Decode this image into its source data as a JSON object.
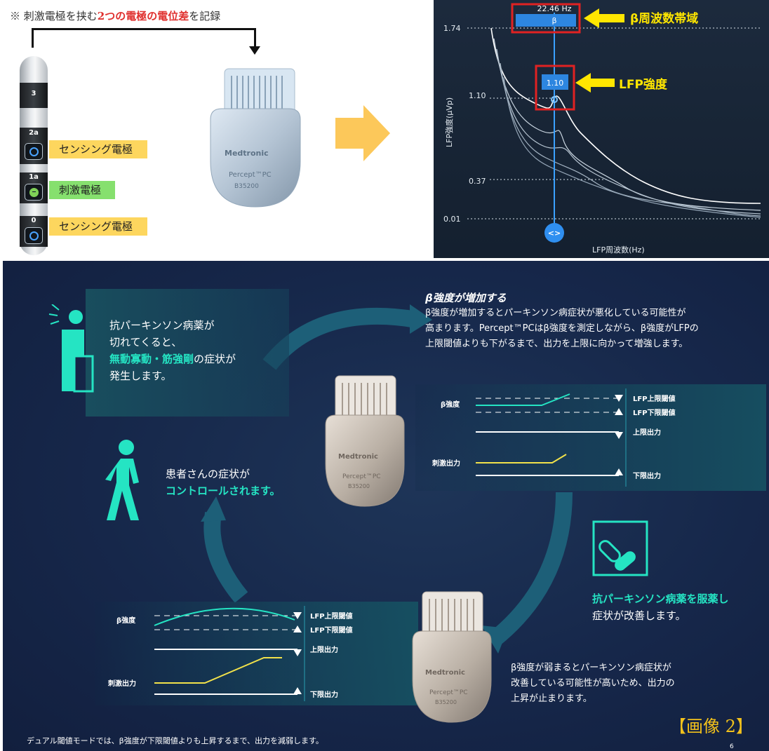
{
  "top_note": {
    "prefix": "※ 刺激電極を挟む",
    "highlight": "2つの電極の電位差",
    "suffix": "を記録"
  },
  "lead": {
    "contacts": [
      "3",
      "2a",
      "1a",
      "0"
    ],
    "labels": [
      {
        "text": "センシング電極",
        "color": "#fdd65e"
      },
      {
        "text": "刺激電極",
        "color": "#86e06e"
      },
      {
        "text": "センシング電極",
        "color": "#fdd65e"
      }
    ]
  },
  "device": {
    "brand": "Medtronic",
    "model": "Percept™PC",
    "model_no": "B35200"
  },
  "chart": {
    "freq_readout": "22.46 Hz",
    "band_symbol": "β",
    "peak_value": "1.10",
    "yticks": [
      "1.74",
      "1.10",
      "0.37",
      "0.01"
    ],
    "ylabel": "LFP強度(μVp)",
    "xlabel": "LFP周波数(Hz)",
    "slider_icon": "<>",
    "callout_band": "β周波数帯域",
    "callout_strength": "LFP強度"
  },
  "cycle": {
    "box1_lines": [
      "抗パーキンソン病薬が",
      "切れてくると、"
    ],
    "box1_highlight": "無動寡動・筋強剛",
    "box1_suffix": "の症状が",
    "box1_last": "発生します。",
    "beta_up_title": "β強度が増加する",
    "beta_up_lines": [
      "β強度が増加するとパーキンソン病症状が悪化している可能性が",
      "高まります。Percept™PCはβ強度を測定しながら、β強度がLFPの",
      "上限閾値よりも下がるまで、出力を上限に向かって増強します。"
    ],
    "controlled_line1": "患者さんの症状が",
    "controlled_line2": "コントロールされます。",
    "med_title": "抗パーキンソン病薬を服薬し",
    "med_line2": "症状が改善します。",
    "beta_down_lines": [
      "β強度が弱まるとパーキンソン病症状が",
      "改善している可能性が高いため、出力の",
      "上昇が止まります。"
    ],
    "footer": "デュアル閾値モードでは、β強度が下限閾値よりも上昇するまで、出力を減弱します。",
    "badge": "【画像 2】",
    "page_number": "6"
  },
  "graph_labels": {
    "beta": "β強度",
    "stim": "刺激出力",
    "lfp_upper": "LFP上限閾値",
    "lfp_lower": "LFP下限閾値",
    "out_upper": "上限出力",
    "out_lower": "下限出力"
  },
  "colors": {
    "teal": "#25e4c3",
    "yellow_callout": "#ffe600",
    "red_highlight": "#e0312f",
    "badge": "#f2c11c"
  }
}
